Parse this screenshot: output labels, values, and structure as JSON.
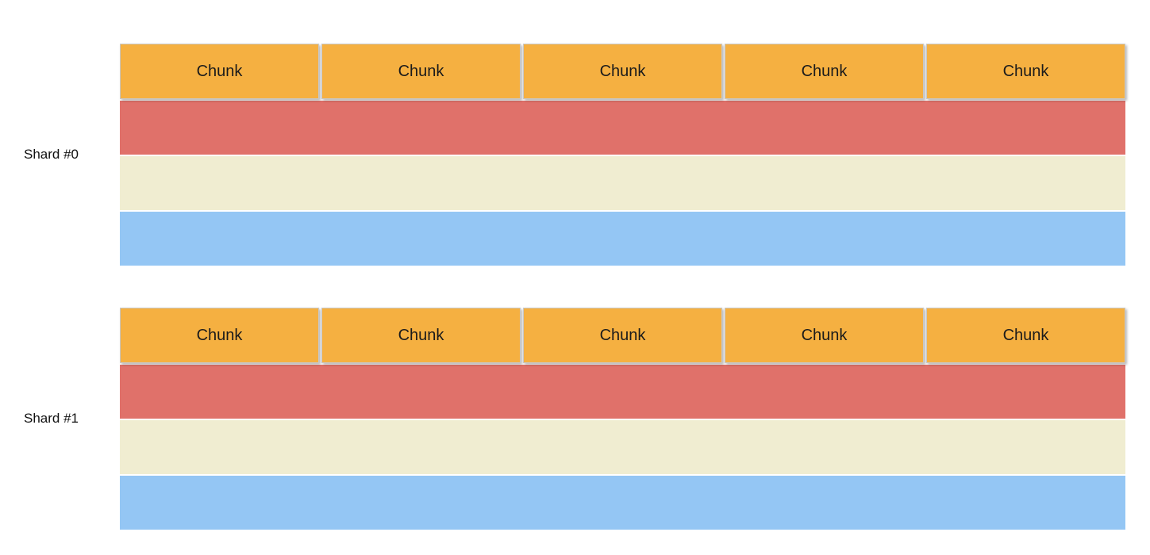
{
  "colors": {
    "chunk_fill": "#F5B041",
    "chunk_border": "#C8C8C8",
    "bar_red": "#E0716A",
    "bar_cream": "#F0EDD1",
    "bar_blue": "#94C6F4",
    "background": "#FFFFFF",
    "label_text": "#111111"
  },
  "shards": [
    {
      "label": "Shard #0",
      "chunks": [
        "Chunk",
        "Chunk",
        "Chunk",
        "Chunk",
        "Chunk"
      ],
      "bars": [
        "#E0716A",
        "#F0EDD1",
        "#94C6F4"
      ]
    },
    {
      "label": "Shard #1",
      "chunks": [
        "Chunk",
        "Chunk",
        "Chunk",
        "Chunk",
        "Chunk"
      ],
      "bars": [
        "#E0716A",
        "#F0EDD1",
        "#94C6F4"
      ]
    }
  ]
}
